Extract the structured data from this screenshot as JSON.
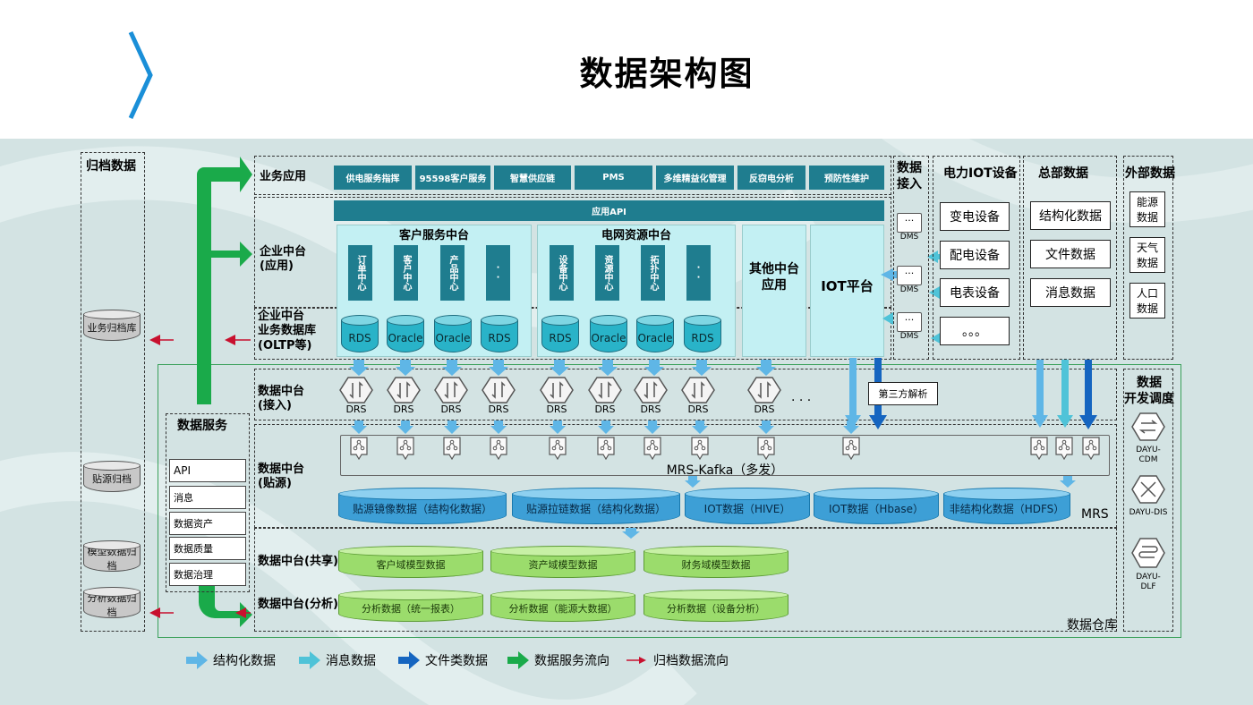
{
  "header": {
    "title": "数据架构图",
    "chevron_icon": "chevron-right-icon",
    "accent_color": "#1a8fd8"
  },
  "archive": {
    "title": "归档数据",
    "items": [
      "业务归档库",
      "贴源归档",
      "模型数据归档",
      "分析数据归档"
    ]
  },
  "layers": {
    "business": "业务应用",
    "enterprise_app": "企业中台\n(应用)",
    "enterprise_db": "企业中台\n业务数据库\n(OLTP等)",
    "ingest": "数据中台\n(接入)",
    "source": "数据中台\n(贴源)",
    "shared": "数据中台(共享)",
    "analysis": "数据中台(分析)"
  },
  "business_apps": [
    "供电服务指挥",
    "95598客户服务",
    "智慧供应链",
    "PMS",
    "多维精益化管理",
    "反窃电分析",
    "预防性维护"
  ],
  "app_api": "应用API",
  "customer_center": {
    "title": "客户服务中台",
    "tiles": [
      "订单中心",
      "客户中心",
      "产品中心",
      "··"
    ]
  },
  "grid_center": {
    "title": "电网资源中台",
    "tiles": [
      "设备中心",
      "资源中心",
      "拓扑中心",
      "··"
    ]
  },
  "other_center": "其他中台\n应用",
  "iot_platform": "IOT平台",
  "databases": [
    "RDS",
    "Oracle",
    "Oracle",
    "RDS",
    "RDS",
    "Oracle",
    "Oracle",
    "RDS"
  ],
  "drs": {
    "label": "DRS",
    "ellipsis": "· · ·",
    "third_party": "第三方解析"
  },
  "kafka": "MRS-Kafka（多发）",
  "mrs": {
    "label": "MRS",
    "stores": [
      "贴源镜像数据（结构化数据）",
      "贴源拉链数据（结构化数据）",
      "IOT数据（HIVE）",
      "IOT数据（Hbase）",
      "非结构化数据（HDFS）"
    ]
  },
  "shared_models": [
    "客户域模型数据",
    "资产域模型数据",
    "财务域模型数据"
  ],
  "analysis_data": [
    "分析数据（统一报表）",
    "分析数据（能源大数据）",
    "分析数据（设备分析）"
  ],
  "warehouse": "数据仓库",
  "data_service": {
    "title": "数据服务",
    "items": [
      "API",
      "消息",
      "数据资产",
      "数据质量",
      "数据治理"
    ]
  },
  "access": {
    "title": "数据\n接入",
    "dms_label": "DMS",
    "dms_dots": "···"
  },
  "power_iot": {
    "title": "电力IOT设备",
    "items": [
      "变电设备",
      "配电设备",
      "电表设备",
      "。。。"
    ]
  },
  "hq_data": {
    "title": "总部数据",
    "items": [
      "结构化数据",
      "文件数据",
      "消息数据"
    ]
  },
  "external": {
    "title": "外部数据",
    "items": [
      "能源\n数据",
      "天气\n数据",
      "人口\n数据"
    ]
  },
  "scheduling": {
    "title": "数据\n开发调度",
    "items": [
      "DAYU-\nCDM",
      "DAYU-DIS",
      "DAYU-\nDLF"
    ]
  },
  "legend": [
    "结构化数据",
    "消息数据",
    "文件类数据",
    "数据服务流向",
    "归档数据流向"
  ],
  "colors": {
    "teal_dark": "#1f7d8f",
    "light_cyan": "#c3f0f3",
    "structured_arrow": "#5fb6e6",
    "message_arrow": "#4fc3d8",
    "file_arrow": "#1565c0",
    "service_arrow": "#1aaa4a",
    "archive_arrow": "#c8102e"
  }
}
